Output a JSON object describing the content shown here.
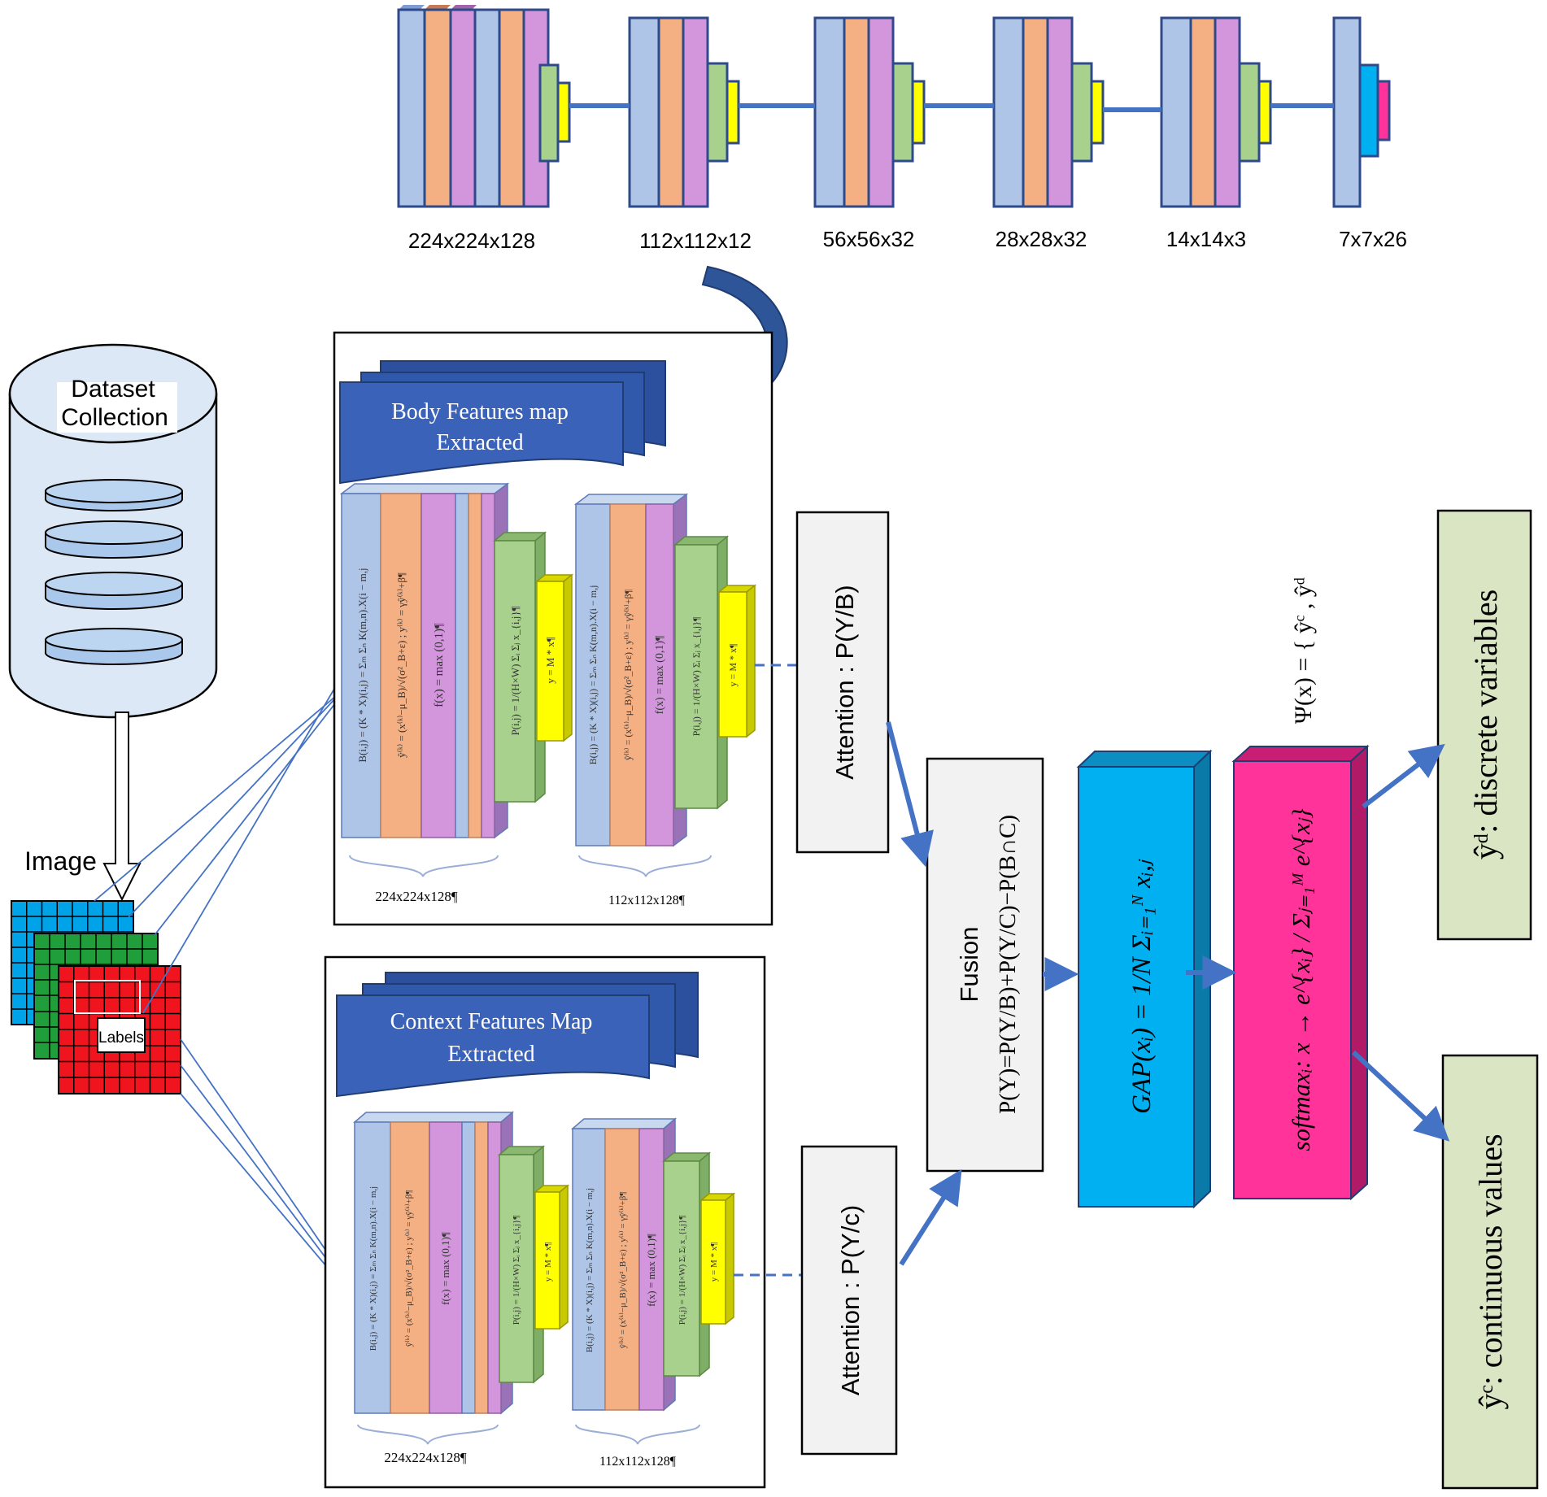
{
  "backbone": {
    "stages": [
      {
        "label": "224x224x128"
      },
      {
        "label": "112x112x12"
      },
      {
        "label": "56x56x32"
      },
      {
        "label": "28x28x32"
      },
      {
        "label": "14x14x3"
      },
      {
        "label": "7x7x26"
      }
    ]
  },
  "dataset": {
    "line1": "Dataset",
    "line2": "Collection"
  },
  "input": {
    "image_label": "Image",
    "labels_text": "Labels"
  },
  "body_panel": {
    "title_line1": "Body Features map",
    "title_line2": "Extracted",
    "block1_dim": "224x224x128¶",
    "block2_dim": "112x112x128¶"
  },
  "context_panel": {
    "title_line1": "Context Features Map",
    "title_line2": "Extracted",
    "block1_dim": "224x224x128¶",
    "block2_dim": "112x112x128¶"
  },
  "layer_formulas": {
    "conv": "B(i,j) = (K * X)(i,j) = Σₘ Σₙ K(m,n).X(i − m,j",
    "norm": "ŷ⁽ᵏ⁾ = (x⁽ᵏ⁾−μ_B)/√(σ²_B+ε) ; y⁽ᵏ⁾ = γŷ⁽ᵏ⁾+β¶",
    "relu": "f(x) = max (0,1)¶",
    "pool": "P(i,j) = 1/(H×W) Σᵢ Σⱼ x_{i,j}¶",
    "fc": "y = M * x¶"
  },
  "attention": {
    "body": "Attention : P(Y/B)",
    "context": "Attention : P(Y/c)"
  },
  "fusion": {
    "title": "Fusion",
    "formula": "P(Y)=P(Y/B)+P(Y/C)−P(B∩C)"
  },
  "gap": {
    "formula": "GAP(xᵢ) = 1/N Σᵢ₌₁ᴺ xᵢ,ⱼ"
  },
  "softmax": {
    "formula": "softmaxᵢ: x → e^{xᵢ} / Σⱼ₌₁ᴹ e^{xⱼ}"
  },
  "psi": {
    "formula": "Ψ(x) = { ŷᶜ , ŷᵈ"
  },
  "outputs": {
    "discrete": "ŷᵈ: discrete variables",
    "continuous": "ŷᶜ: continuous values"
  },
  "colors": {
    "arrow_blue": "#4472c4",
    "banner_blue": "#3a62b8",
    "banner_dark": "#2c4f9e",
    "layer_blue": "#aec5e8",
    "layer_orange": "#f4b083",
    "layer_violet": "#d396dd",
    "layer_green": "#a8d18d",
    "layer_yellow": "#ffff00",
    "gap_cyan": "#00b0f0",
    "softmax_pink": "#ff3399",
    "output_green": "#d9e5c3",
    "dataset_fill": "#dce8f6",
    "grid_blue": "#00a3e8",
    "grid_green": "#1f9e3b",
    "grid_red": "#f0141e"
  }
}
